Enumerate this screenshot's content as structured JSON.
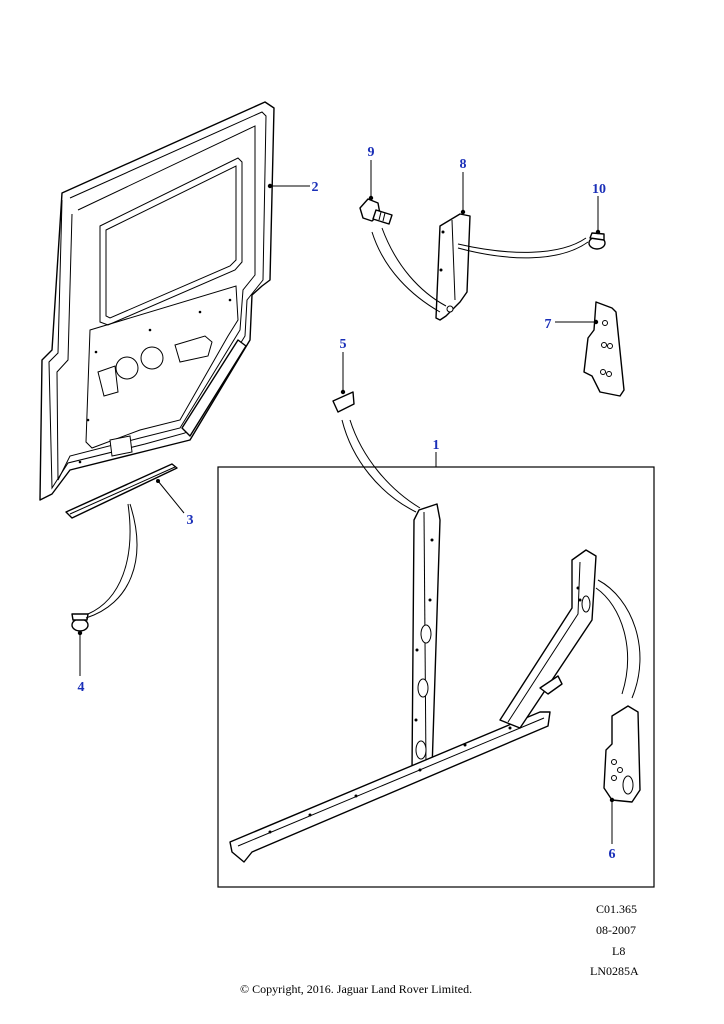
{
  "callouts": {
    "c1": "1",
    "c2": "2",
    "c3": "3",
    "c4": "4",
    "c5": "5",
    "c6": "6",
    "c7": "7",
    "c8": "8",
    "c9": "9",
    "c10": "10"
  },
  "drawing_info": {
    "ref": "C01.365",
    "date": "08-2007",
    "code": "L8",
    "illustration": "LN0285A"
  },
  "copyright": "© Copyright, 2016. Jaguar Land Rover Limited.",
  "colors": {
    "callout": "#1a2fb8",
    "line": "#000000",
    "background": "#ffffff"
  }
}
